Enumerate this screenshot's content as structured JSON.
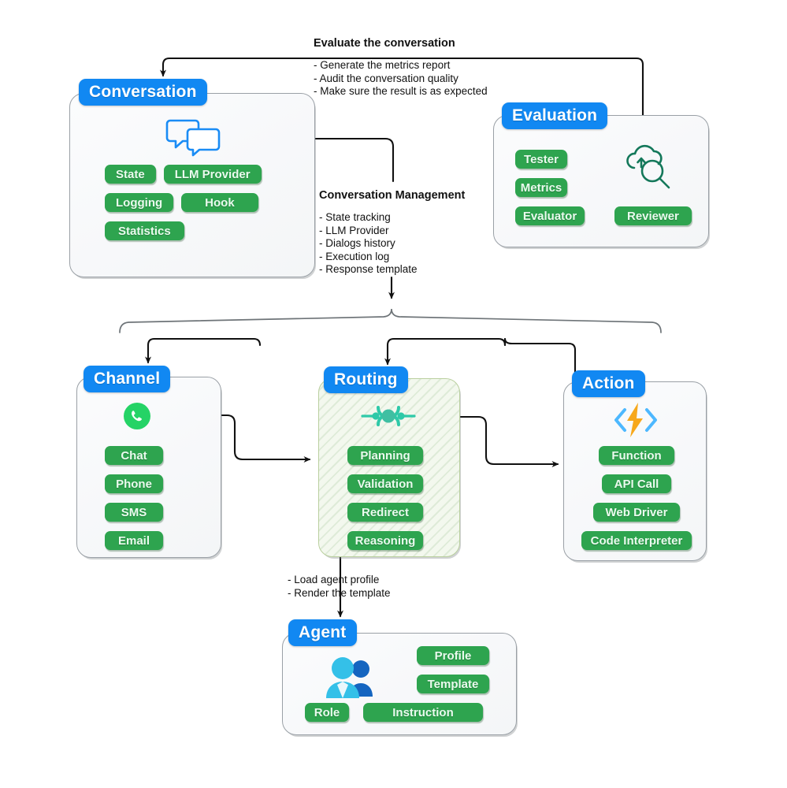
{
  "diagram": {
    "title": "Conversational AI Platform Architecture",
    "colors": {
      "badge_blue": "#1188f2",
      "pill_green": "#2ea44f",
      "panel_border": "#9aa0a6",
      "routing_border": "#b9cf9e",
      "connector": "#111111",
      "eval_icon_green": "#14785a",
      "routing_icon_teal": "#2ec9a8",
      "whatsapp_green": "#25d366",
      "action_bolt_orange": "#f7a81b",
      "action_bracket_blue": "#4db8ff",
      "agent_person_front": "#34c0e8",
      "agent_person_back": "#1565c0"
    }
  },
  "panels": {
    "conversation": {
      "title": "Conversation",
      "icon": "speech-bubbles-icon",
      "pills": [
        "State",
        "LLM Provider",
        "Logging",
        "Hook",
        "Statistics"
      ],
      "rows": [
        [
          "State",
          "LLM Provider"
        ],
        [
          "Logging",
          "Hook"
        ],
        [
          "Statistics"
        ]
      ]
    },
    "evaluation": {
      "title": "Evaluation",
      "icon": "cloud-search-icon",
      "pills": [
        "Tester",
        "Metrics",
        "Evaluator",
        "Reviewer"
      ],
      "left_column": [
        "Tester",
        "Metrics",
        "Evaluator"
      ],
      "right_item": "Reviewer"
    },
    "channel": {
      "title": "Channel",
      "icon": "whatsapp-icon",
      "pills": [
        "Chat",
        "Phone",
        "SMS",
        "Email"
      ]
    },
    "routing": {
      "title": "Routing",
      "icon": "routing-node-icon",
      "pills": [
        "Planning",
        "Validation",
        "Redirect",
        "Reasoning"
      ]
    },
    "action": {
      "title": "Action",
      "icon": "code-lightning-icon",
      "pills": [
        "Function",
        "API Call",
        "Web Driver",
        "Code Interpreter"
      ]
    },
    "agent": {
      "title": "Agent",
      "icon": "people-icon",
      "pills": [
        "Profile",
        "Template",
        "Role",
        "Instruction"
      ],
      "right_column": [
        "Profile",
        "Template"
      ],
      "bottom_row": [
        "Role",
        "Instruction"
      ]
    }
  },
  "annotations": {
    "evaluate": {
      "title": "Evaluate the conversation",
      "lines": [
        "- Generate the metrics report",
        "- Audit the conversation quality",
        "- Make sure the result is as expected"
      ]
    },
    "conversation_management": {
      "title": "Conversation Management",
      "lines": [
        "- State tracking",
        "- LLM Provider",
        "- Dialogs history",
        "- Execution log",
        "- Response template"
      ]
    },
    "agent_note": {
      "title": "",
      "lines": [
        "- Load agent profile",
        "- Render the template"
      ]
    }
  }
}
